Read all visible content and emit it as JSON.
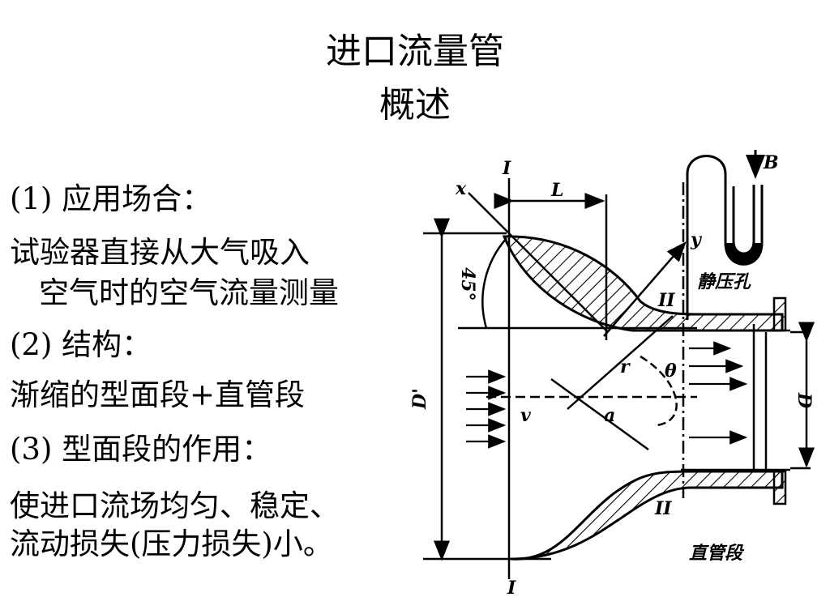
{
  "slide": {
    "title": "进口流量管",
    "subtitle": "概述"
  },
  "body": {
    "heading_1": "(1)  应用场合：",
    "text_1a": "试验器直接从大气吸入",
    "text_1b": "空气时的空气流量测量",
    "heading_2": "(2)  结构：",
    "text_2": "渐缩的型面段+直管段",
    "heading_3": "(3)  型面段的作用：",
    "text_3a": "使进口流场均匀、稳定、",
    "text_3b": "流动损失(压力损失)小。"
  },
  "diagram": {
    "section_I_top": "I",
    "section_I_bottom": "I",
    "section_II_top": "II",
    "section_II_bottom": "II",
    "label_x": "x",
    "label_y": "y",
    "label_L": "L",
    "label_B": "B",
    "label_angle": "45°",
    "label_D_prime": "D'",
    "label_D": "D",
    "label_v": "v",
    "label_r": "r",
    "label_a": "a",
    "label_theta": "θ",
    "label_static_hole": "静压孔",
    "label_straight_pipe": "直管段"
  }
}
